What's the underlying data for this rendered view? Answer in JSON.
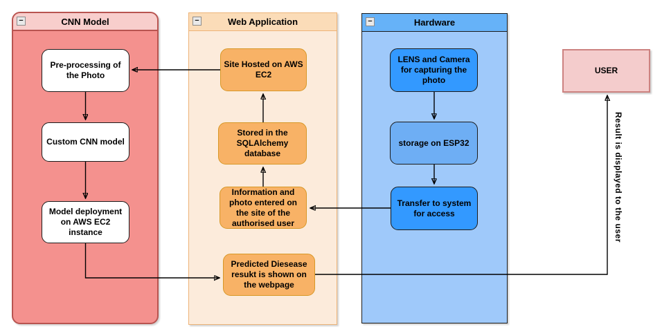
{
  "diagram": {
    "icons": {
      "collapse": "−"
    },
    "containers": [
      {
        "id": "cnn-model",
        "title": "CNN Model"
      },
      {
        "id": "web-application",
        "title": "Web Application"
      },
      {
        "id": "hardware",
        "title": "Hardware"
      }
    ],
    "nodes": {
      "preprocess": "Pre-processing of the Photo",
      "custom_cnn": "Custom CNN model",
      "deploy": "Model deployment on AWS EC2 instance",
      "site": "Site Hosted on AWS EC2",
      "stored": "Stored in the SQLAlchemy database",
      "info": "Information and photo entered on the site of the authorised user",
      "predicted": "Predicted Diesease resukt is shown on the webpage",
      "lens": "LENS and Camera for capturing the photo",
      "esp32": "storage on ESP32",
      "transfer": "Transfer to system for  access",
      "user": "USER"
    },
    "edge_label": "Result is displayed to the user",
    "edges": [
      {
        "from": "Site Hosted on AWS EC2",
        "to": "Pre-processing of the Photo"
      },
      {
        "from": "Pre-processing of the Photo",
        "to": "Custom CNN model"
      },
      {
        "from": "Custom CNN model",
        "to": "Model deployment on AWS EC2 instance"
      },
      {
        "from": "Model deployment on AWS EC2 instance",
        "to": "Predicted Diesease resukt is shown on the webpage"
      },
      {
        "from": "Predicted Diesease resukt is shown on the webpage",
        "to": "USER"
      },
      {
        "from": "LENS and Camera for capturing the photo",
        "to": "storage on ESP32"
      },
      {
        "from": "storage on ESP32",
        "to": "Transfer to system for  access"
      },
      {
        "from": "Transfer to system for  access",
        "to": "Information and photo entered on the site of the authorised user"
      },
      {
        "from": "Information and photo entered on the site of the authorised user",
        "to": "Stored in the SQLAlchemy database"
      },
      {
        "from": "Stored in the SQLAlchemy database",
        "to": "Site Hosted on AWS EC2"
      }
    ],
    "colors": {
      "cnn_header": "#F8CECC",
      "cnn_body": "#F4918E",
      "cnn_border": "#B85450",
      "web_header": "#FBDCB8",
      "web_body": "#FCEBDB",
      "web_border": "#EDB377",
      "hw_header": "#66B2F8",
      "hw_body": "#9FC9FA",
      "hw_border": "#1A1A1A",
      "node_white": "#FFFFFF",
      "node_border_dark": "#1A1A1A",
      "orange_fill": "#F8B266",
      "orange_border": "#D79726",
      "blue_dark_fill": "#3399FF",
      "blue_light_fill": "#6EAEF4",
      "user_fill": "#F4CCCC",
      "user_border": "#CC8280",
      "edge": "#000000"
    }
  }
}
